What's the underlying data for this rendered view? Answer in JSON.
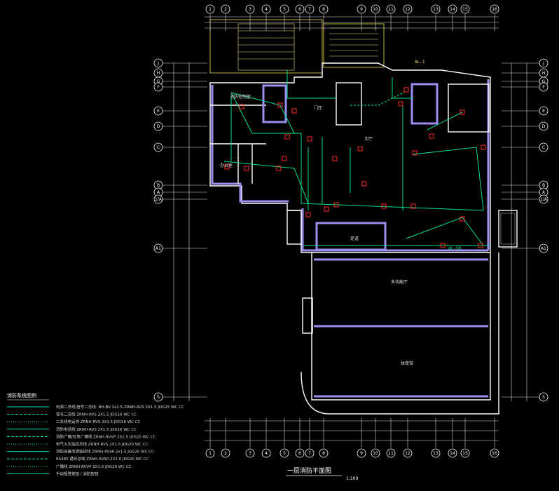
{
  "drawing": {
    "title": "一层消防平面图",
    "scale": "1:100",
    "colors": {
      "background": "#000000",
      "wall": "#ffffff",
      "wall_partition": "#9b8ff0",
      "wiring": "#00e28a",
      "device": "#ff2a2a",
      "hatch": "#e8e070",
      "legend_line": "#00e0c0"
    }
  },
  "axes": {
    "top": [
      "1",
      "2",
      "3",
      "4",
      "5",
      "6",
      "7",
      "8",
      "9",
      "10",
      "11",
      "12",
      "13",
      "14",
      "15",
      "16"
    ],
    "bottom": [
      "1",
      "2",
      "3",
      "4",
      "5",
      "6",
      "7",
      "8",
      "9",
      "10",
      "11",
      "12",
      "13",
      "14",
      "15",
      "16"
    ],
    "left": [
      "J",
      "H",
      "G",
      "F",
      "E",
      "D",
      "C",
      "B",
      "A",
      "1/A",
      "A1",
      "S"
    ],
    "right": [
      "J",
      "H",
      "G",
      "F",
      "E",
      "D",
      "C",
      "B",
      "A",
      "1/A",
      "A1",
      "S"
    ]
  },
  "room_labels": {
    "room_1": "消防控制室",
    "room_2": "门厅",
    "room_3": "大厅",
    "room_4": "办公室",
    "room_5": "走道",
    "room_6": "多功能厅",
    "room_7": "体育馆",
    "note_top": "AL-1",
    "note_right": "AL-SD"
  },
  "legend": {
    "title": "消防系统图例",
    "items": [
      {
        "label": "电源二总线/信号二总线: NH-BV 2x2.5-ZRNH-RVS 2X1.5 JDG25 WC CC"
      },
      {
        "label": "信号二总线 ZRNH-RVS 2X1.5 JDG16 WC CC"
      },
      {
        "label": "二总线电话线 ZRNH-RVS 2X1.5 JDG16 WC CC"
      },
      {
        "label": "消防电话线 ZRNH-RVS 2X1.5 JDG16 WC CC"
      },
      {
        "label": "消防广播/应急广播线 ZRNH-RVVP 2X1.5 JDG20 WC CC"
      },
      {
        "label": "电气火灾监控总线 ZRNH-RVS 2X1.5 JDG20 WC CC"
      },
      {
        "label": "消防设备电源监控线 ZRNH-RVSP-2x1.5 JDG20 WC CC"
      },
      {
        "label": "RS485 通讯总线 ZRNH-RVSP-2X1.0 JDG20 WC CC"
      },
      {
        "label": "广播线 ZRNH-RVVP 2X1.0 JDG20 WC CC"
      },
      {
        "label": "手动报警按钮 / 消防按钮"
      }
    ]
  }
}
